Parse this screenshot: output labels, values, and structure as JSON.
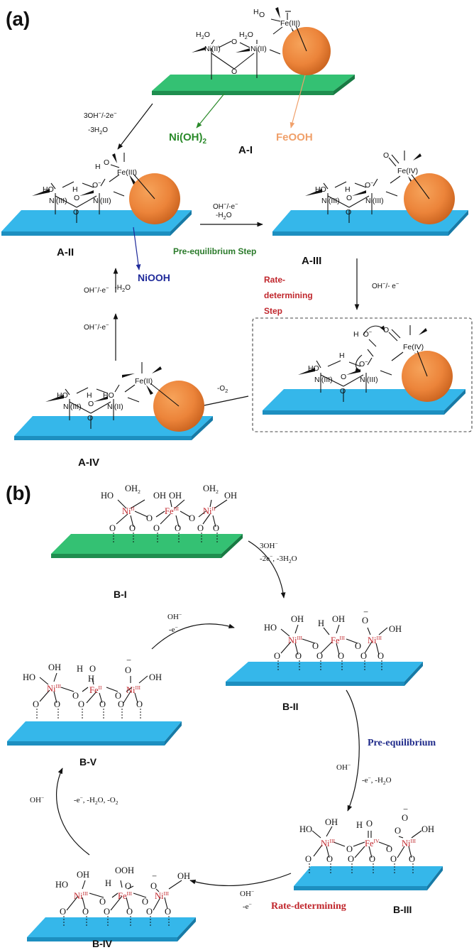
{
  "panel_a": {
    "label": "(a)",
    "states": {
      "a1": "A-I",
      "a2": "A-II",
      "a3": "A-III",
      "a4": "A-IV"
    },
    "species": {
      "ni_oh2": "Ni(OH)",
      "ni_oh2_sub": "2",
      "feooh": "FeOOH",
      "niooh": "NiOOH"
    },
    "atoms": {
      "h2o": "H",
      "h2o_sub": "2",
      "h2o_o": "O",
      "o": "O",
      "ho": "HO",
      "h": "H",
      "o_minus": "O",
      "ni2": "Ni(II)",
      "ni3": "Ni(III)",
      "fe2": "Fe(II)",
      "fe3": "Fe(III)",
      "fe4": "Fe(IV)",
      "ho_dash": "H",
      "o_dash": "O"
    },
    "steps": {
      "s1_line1": "3OH",
      "s1_line1_tail": "/-2e",
      "s1_line2": "-3H",
      "s1_line2_sub": "2",
      "s1_line2_tail": "O",
      "s2_line1": "OH",
      "s2_line1_tail": "/-e",
      "s2_line2": "-H",
      "s2_line2_sub": "2",
      "s2_line2_tail": "O",
      "s3": "OH",
      "s3_tail": "/- e",
      "s4": "-O",
      "s4_sub": "2",
      "s5": "OH",
      "s5_tail": "/-e",
      "s6a": "OH",
      "s6a_tail": "/-e",
      "s6b": "-H",
      "s6b_sub": "2",
      "s6b_tail": "O",
      "pre_eq": "Pre-equilibrium Step",
      "rds_line1": "Rate-",
      "rds_line2": "determining",
      "rds_line3": "Step"
    },
    "colors": {
      "green_plate": "#2dbd6b",
      "blue_plate": "#33b5e8",
      "sphere": "#ee8a3a",
      "ni_oh2": "#2a8a2a",
      "feooh": "#f0a06a",
      "niooh": "#1f2a9a",
      "pre_eq": "#2a7a2a",
      "rds": "#c0262c"
    }
  },
  "panel_b": {
    "label": "(b)",
    "states": {
      "b1": "B-I",
      "b2": "B-II",
      "b3": "B-III",
      "b4": "B-IV",
      "b5": "B-V"
    },
    "atoms": {
      "ho": "HO",
      "oh": "OH",
      "oh2": "OH",
      "oh2_sub": "2",
      "h": "H",
      "o": "O",
      "ooh": "OOH",
      "ni": "Ni",
      "fe": "Fe",
      "ii": "II",
      "iii": "III",
      "iv": "IV",
      "minus": "−"
    },
    "steps": {
      "t1a": "3OH",
      "t1b": "-2e",
      "t1b_mid": ", -3H",
      "t1b_sub": "2",
      "t1b_tail": "O",
      "t2a": "OH",
      "t2b": "-e",
      "t2c": ", -H",
      "t2c_sub": "2",
      "t2c_tail": "O",
      "t3a": "OH",
      "t3b": "-e",
      "t4a": "OH",
      "t4b": "-e",
      "t4b_mid": ", -H",
      "t4b_sub": "2",
      "t4b_tail": "O, -O",
      "t4b_sub2": "2",
      "t5a": "OH",
      "t5b": "-e",
      "pre_eq": "Pre-equilibrium",
      "rds": "Rate-determining"
    },
    "colors": {
      "pre_eq": "#1f2a8a",
      "rds": "#c0262c",
      "metal": "#c0262c"
    }
  }
}
